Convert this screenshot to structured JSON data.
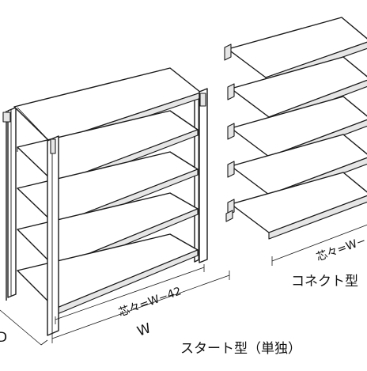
{
  "figure": {
    "start_type_label": "スタート型（単独）",
    "connect_type_label": "コネクト型",
    "dim_inner_width": "芯々=W−42",
    "dim_width": "W",
    "dim_depth_partial": "D",
    "dim_connect_width": "芯々=W−"
  }
}
